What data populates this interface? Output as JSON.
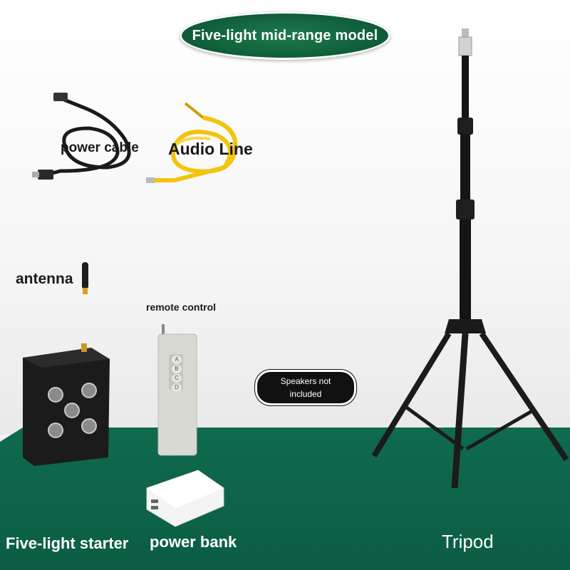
{
  "title": "Five-light mid-range model",
  "labels": {
    "power_cable": "power cable",
    "audio_line": "Audio Line",
    "antenna": "antenna",
    "remote_control": "remote control",
    "five_light_starter": "Five-light starter",
    "power_bank": "power bank",
    "tripod": "Tripod"
  },
  "notice": {
    "line1": "Speakers not",
    "line2": "included"
  },
  "remote_buttons": [
    "A",
    "B",
    "C",
    "D"
  ],
  "colors": {
    "title_green": "#0e5b37",
    "floor_green": "#0b5d43",
    "audio_yellow": "#f2c40c"
  }
}
